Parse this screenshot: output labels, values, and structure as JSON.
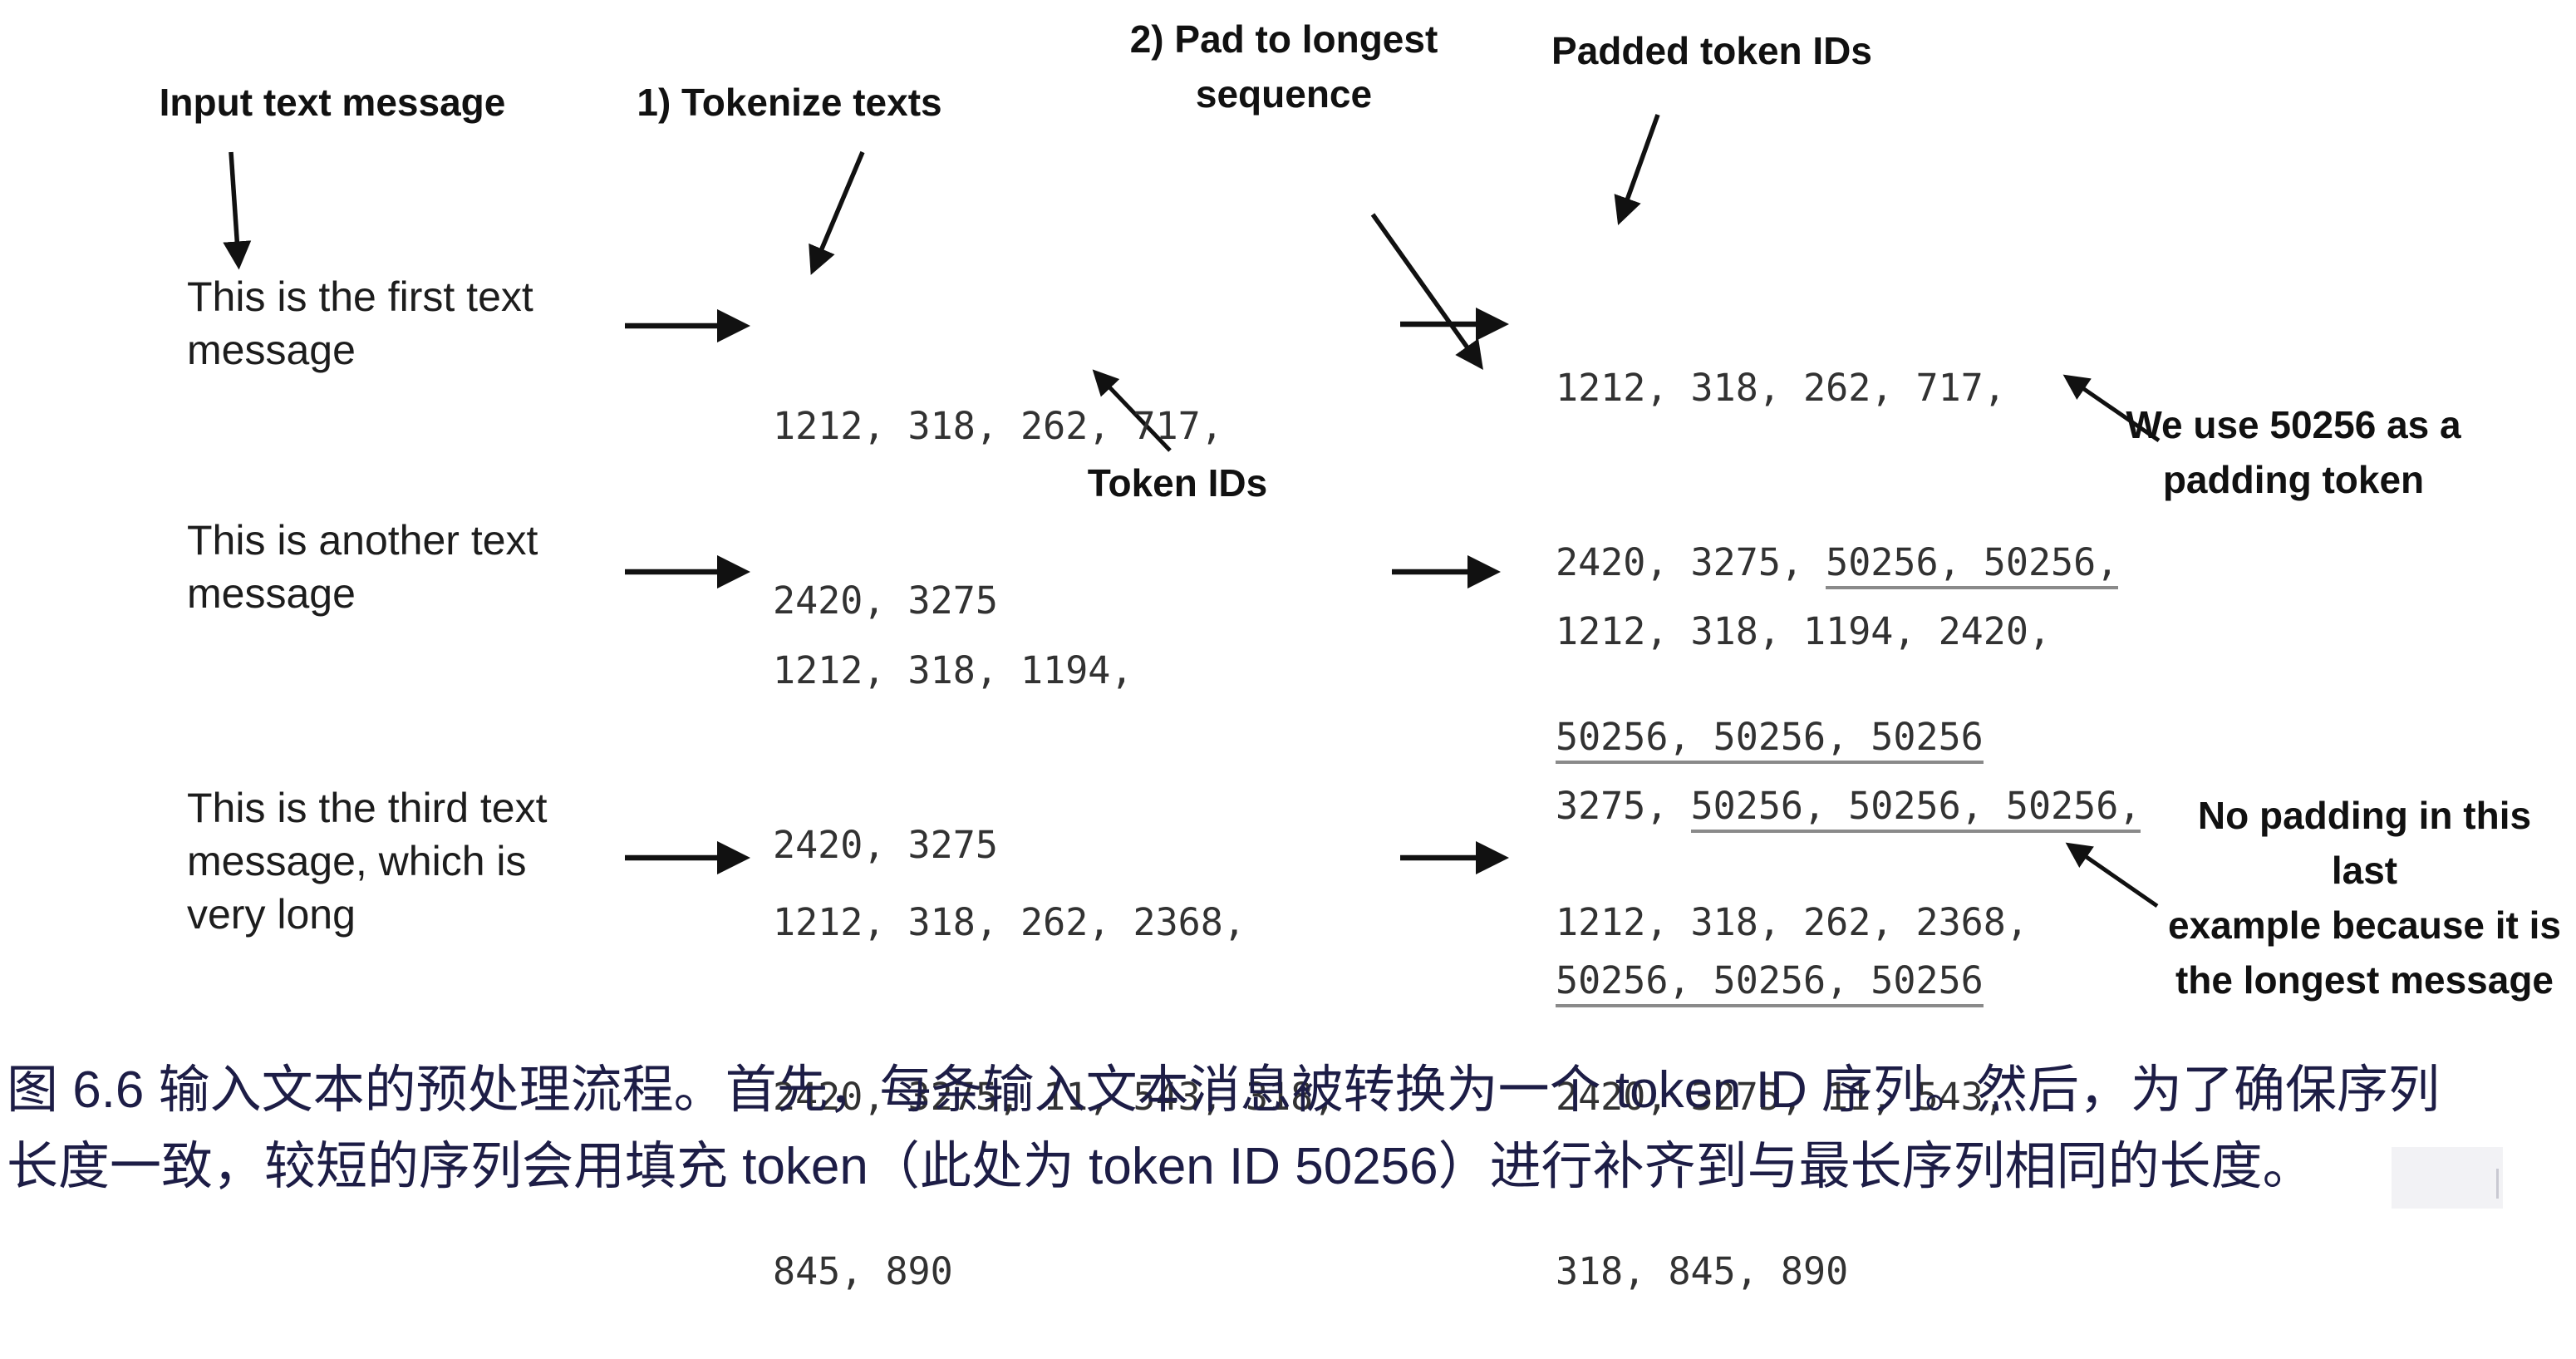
{
  "header": {
    "input_label": "Input text message",
    "step1_label": "1) Tokenize texts",
    "step2_line1": "2) Pad to longest",
    "step2_line2": "sequence",
    "padded_label": "Padded token IDs"
  },
  "annotations": {
    "token_ids_label": "Token IDs",
    "padding_note_lines": [
      "We use 50256 as a",
      "padding token"
    ],
    "no_padding_note_lines": [
      "No padding in this last",
      "example because it is",
      "the longest message"
    ]
  },
  "rows": [
    {
      "message_lines": [
        "This is the first text",
        "message"
      ],
      "token_lines": [
        "1212, 318, 262, 717,",
        "2420, 3275"
      ],
      "padded_lines": [
        {
          "plain": "1212, 318, 262, 717,",
          "underlined": ""
        },
        {
          "plain": "2420, 3275, ",
          "underlined": "50256, 50256,"
        },
        {
          "plain": "",
          "underlined": "50256, 50256, 50256"
        }
      ]
    },
    {
      "message_lines": [
        "This is another text",
        "message"
      ],
      "token_lines": [
        "1212, 318, 1194,",
        "2420, 3275"
      ],
      "padded_lines": [
        {
          "plain": "1212, 318, 1194, 2420,",
          "underlined": ""
        },
        {
          "plain": "3275, ",
          "underlined": "50256, 50256, 50256,"
        },
        {
          "plain": "",
          "underlined": "50256, 50256, 50256"
        }
      ]
    },
    {
      "message_lines": [
        "This is the third text",
        "message, which is",
        "very long"
      ],
      "token_lines": [
        "1212, 318, 262, 2368,",
        "2420, 3275, 11, 543, 318,",
        "845, 890"
      ],
      "padded_lines": [
        {
          "plain": "1212, 318, 262, 2368,",
          "underlined": ""
        },
        {
          "plain": "2420, 3275, 11, 543,",
          "underlined": ""
        },
        {
          "plain": "318, 845, 890",
          "underlined": ""
        }
      ]
    }
  ],
  "caption_lines": [
    "图 6.6 输入文本的预处理流程。首先，每条输入文本消息被转换为一个 token ID 序列。然后，为了确保序列",
    "长度一致，较短的序列会用填充 token（此处为 token ID 50256）进行补齐到与最长序列相同的长度。"
  ],
  "colors": {
    "background": "#ffffff",
    "diagram_ink": "#111111",
    "token_ink": "#323232",
    "underline": "#8a8a8a",
    "caption_ink": "#1d1d46"
  }
}
